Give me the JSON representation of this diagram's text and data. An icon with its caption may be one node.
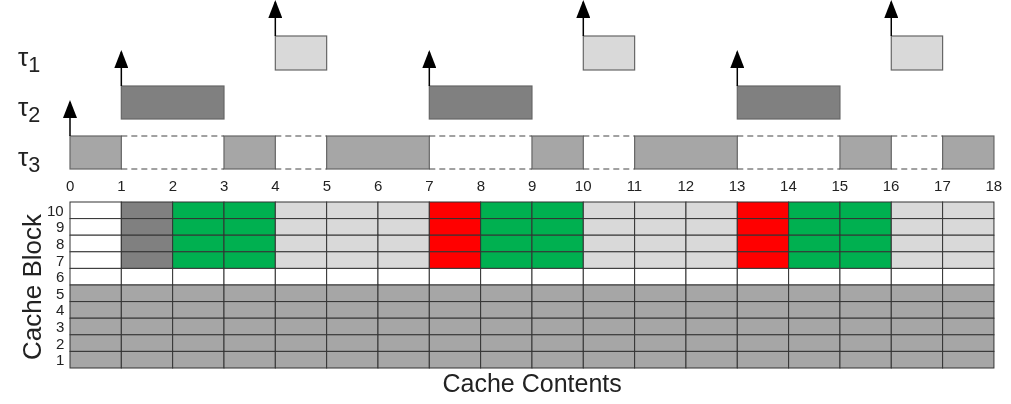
{
  "diagram": {
    "labels": [
      "τ$_{1}$",
      "τ$_{2}$",
      "τ$_{3}$",
      "0",
      "1",
      "2",
      "3",
      "4",
      "5",
      "6",
      "7",
      "8",
      "9",
      "10",
      "11",
      "12",
      "13",
      "14",
      "15",
      "16",
      "17",
      "18",
      "Cache Block",
      "10",
      "9",
      "8",
      "7",
      "6",
      "5",
      "4",
      "3",
      "2",
      "1",
      "Cache Contents"
    ]
  }
}
